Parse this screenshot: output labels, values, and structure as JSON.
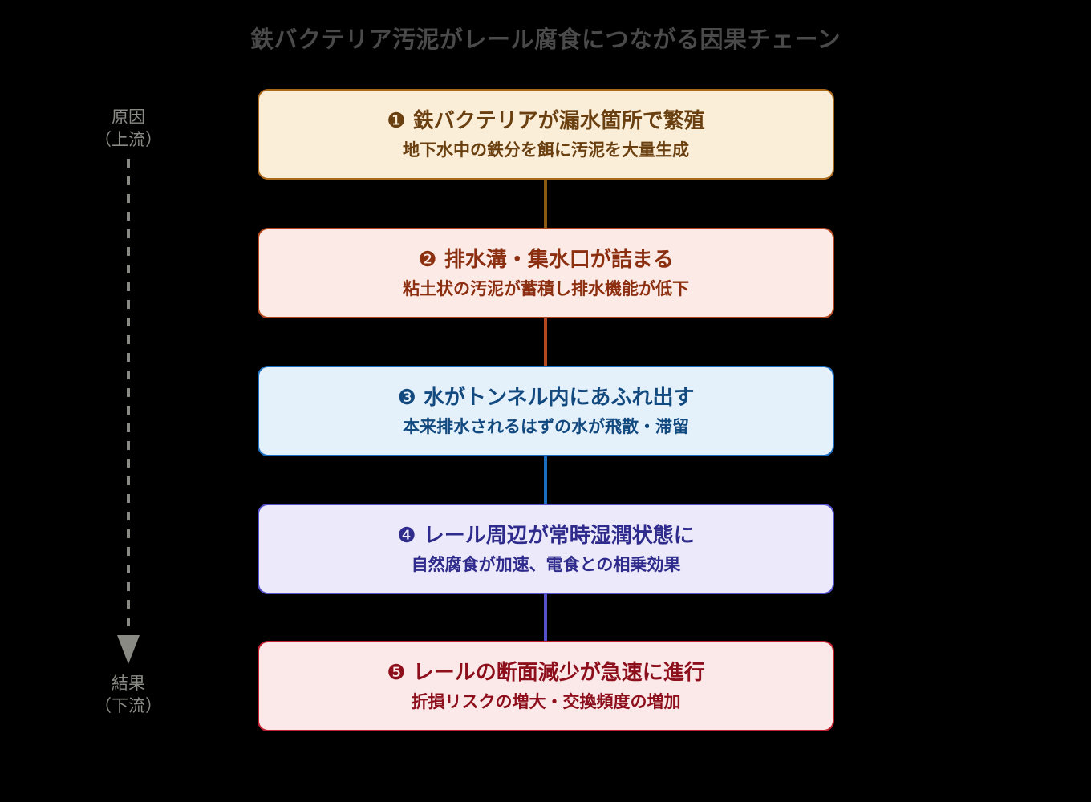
{
  "title": "鉄バクテリア汚泥がレール腐食につながる因果チェーン",
  "background_color": "#000000",
  "title_color": "#4a4a4a",
  "axis": {
    "line_color": "#8a8a85",
    "cause_label": {
      "line1": "原因",
      "line2": "（上流）"
    },
    "effect_label": {
      "line1": "結果",
      "line2": "（下流）"
    },
    "arrow_icon": "down-arrow-icon"
  },
  "steps": [
    {
      "badge": "❶",
      "title": "鉄バクテリアが漏水箇所で繁殖",
      "subtitle": "地下水中の鉄分を餌に汚泥を大量生成",
      "fill": "#faeed9",
      "border": "#a9681a",
      "text": "#6b4011"
    },
    {
      "badge": "❷",
      "title": "排水溝・集水口が詰まる",
      "subtitle": "粘土状の汚泥が蓄積し排水機能が低下",
      "fill": "#fbeae5",
      "border": "#b4471f",
      "text": "#8c2f10"
    },
    {
      "badge": "❸",
      "title": "水がトンネル内にあふれ出す",
      "subtitle": "本来排水されるはずの水が飛散・滞留",
      "fill": "#e4f0fa",
      "border": "#1b6fc1",
      "text": "#12497f"
    },
    {
      "badge": "❹",
      "title": "レール周辺が常時湿潤状態に",
      "subtitle": "自然腐食が加速、電食との相乗効果",
      "fill": "#eceafa",
      "border": "#5551cc",
      "text": "#2f2b8c"
    },
    {
      "badge": "❺",
      "title": "レールの断面減少が急速に進行",
      "subtitle": "折損リスクの増大・交換頻度の増加",
      "fill": "#fbe8e9",
      "border": "#c0202f",
      "text": "#8e0f1c"
    }
  ],
  "connectors": [
    {
      "from": 1,
      "to": 2,
      "color": "#8a5a12"
    },
    {
      "from": 2,
      "to": 3,
      "color": "#b4471f"
    },
    {
      "from": 3,
      "to": 4,
      "color": "#1b6fc1"
    },
    {
      "from": 4,
      "to": 5,
      "color": "#5551cc"
    }
  ]
}
